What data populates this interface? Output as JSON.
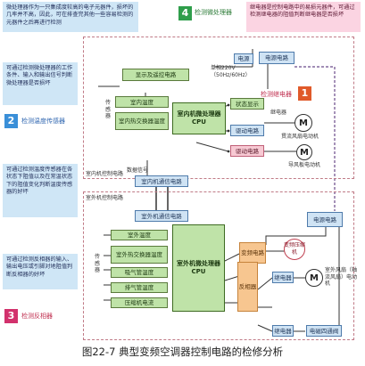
{
  "notes": {
    "n1": "微处理器作为一只集成度较高的电子元器件，损坏的几率并不高，因此，可在排查完其他一些容易检测的元器件之后再进行检测",
    "n_relay": "继电器是控制电路中的易损元器件，可通过检测继电器的阻值判断继电器是否损坏",
    "n_cpu_detect": "可通过检测微处理器的工作条件、输入和输出信号判断微处理器是否损坏",
    "n_temp": "可通过检测温度传感器在各状态下阻值以及在常温状态下的阻值变化判断温度传感器的好坏",
    "n_reactor": "可通过检测反相器的输入、输出电压或引脚对地阻值判断反相器的好坏"
  },
  "badges": {
    "b1": "1",
    "b2": "2",
    "b3": "3",
    "b4": "4"
  },
  "hints": {
    "h1": "检测继电器",
    "h2": "检测温度传感器",
    "h3": "检测反相器",
    "h4": "检测微处理器"
  },
  "indoor": {
    "display": "显示及遥控电路",
    "temp_room": "室内温度",
    "temp_coil": "室内热交换器温度",
    "sensor_label": "传感器",
    "cpu": "室内机微处理器CPU",
    "status": "状态显示",
    "drive1": "驱动电路",
    "drive2": "驱动电路",
    "relay": "继电器",
    "swing_motor": "贯流风扇电动机",
    "guide_motor": "导风板电动机",
    "comm": "室内机通信电路",
    "data_signal": "数据信号",
    "region_label": "室内机控制电路",
    "power": "电源",
    "power_circuit": "电源电路",
    "ac_input": "单相220V（50Hz/60Hz）"
  },
  "outdoor": {
    "region_label": "室外机控制电路",
    "comm": "室外机通信电路",
    "t_outdoor": "室外温度",
    "t_coil": "室外热交换器温度",
    "t_suction": "吸气管温度",
    "t_exhaust": "排气管温度",
    "compress_current": "压缩机电流",
    "sensor_label": "传感器",
    "cpu": "室外机微处理器CPU",
    "inverter": "变频电路",
    "compressor": "变频压缩机",
    "reactor": "反相器",
    "relay1": "继电器",
    "relay2": "继电器",
    "fan_label": "室外风扇（轴流风扇）电动机",
    "valve": "电磁四通阀",
    "power": "电源电路"
  },
  "motor_symbol": "M",
  "caption": "图22-7 典型变频空调器控制电路的检修分析"
}
